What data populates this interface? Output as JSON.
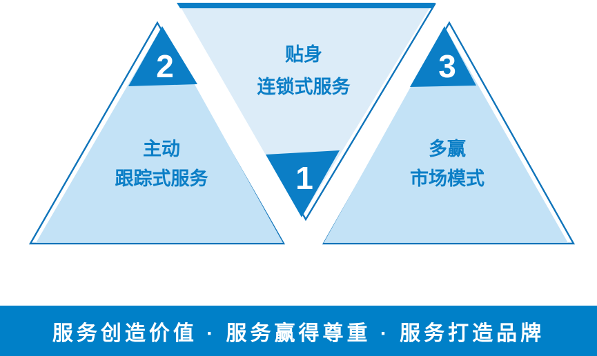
{
  "colors": {
    "dark_blue": "#0b7ec6",
    "outline_blue": "#0f74ba",
    "banner_blue": "#0080c8",
    "center_fill": "#dcecf8",
    "side_fill": "#c3e2f6",
    "label_blue": "#0b7ec6",
    "number_white": "#ffffff"
  },
  "triangles": [
    {
      "number": "1",
      "line1": "贴身",
      "line2": "连锁式服务",
      "orientation": "down"
    },
    {
      "number": "2",
      "line1": "主动",
      "line2": "跟踪式服务",
      "orientation": "up"
    },
    {
      "number": "3",
      "line1": "多赢",
      "line2": "市场模式",
      "orientation": "up"
    }
  ],
  "banner": {
    "text": "服务创造价值 · 服务赢得尊重 · 服务打造品牌"
  }
}
